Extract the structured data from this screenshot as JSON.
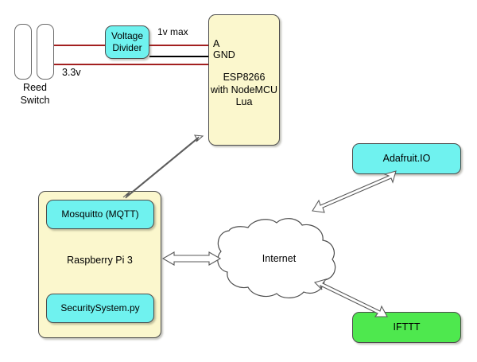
{
  "diagram": {
    "title": "Reed switch to ESP8266 to Raspberry Pi MQTT to Internet services architecture",
    "colors": {
      "yellow": "#fbf7cd",
      "cyan": "#6ff2ef",
      "green": "#4ee84e",
      "wire_red": "#a32020",
      "wire_black": "#000000",
      "stroke": "#4d4d4d"
    },
    "nodes": {
      "reed_switch_label": "Reed\nSwitch",
      "voltage_divider": "Voltage\nDivider",
      "esp8266": "ESP8266\nwith NodeMCU\nLua",
      "esp_pin_a": "A",
      "esp_pin_gnd": "GND",
      "raspberry_pi": "Raspberry Pi 3",
      "mosquitto": "Mosquitto (MQTT)",
      "security_system": "SecuritySystem.py",
      "internet": "Internet",
      "adafruit_io": "Adafruit.IO",
      "ifttt": "IFTTT"
    },
    "wire_labels": {
      "one_volt_max": "1v max",
      "three_point_three_volts": "3.3v"
    },
    "connections": [
      {
        "from": "reed-switch",
        "to": "voltage-divider",
        "type": "wire",
        "color": "#a32020"
      },
      {
        "from": "voltage-divider",
        "to": "esp8266-pin-a",
        "type": "wire",
        "color": "#a32020",
        "label": "1v max"
      },
      {
        "from": "voltage-divider",
        "to": "esp8266-pin-gnd",
        "type": "wire",
        "color": "#000000"
      },
      {
        "from": "reed-switch",
        "to": "esp8266",
        "type": "wire",
        "color": "#a32020",
        "label": "3.3v"
      },
      {
        "from": "esp8266",
        "to": "mosquitto",
        "type": "double-arrow"
      },
      {
        "from": "raspberry-pi",
        "to": "internet",
        "type": "double-arrow"
      },
      {
        "from": "internet",
        "to": "adafruit-io",
        "type": "double-arrow"
      },
      {
        "from": "internet",
        "to": "ifttt",
        "type": "double-arrow"
      }
    ]
  }
}
